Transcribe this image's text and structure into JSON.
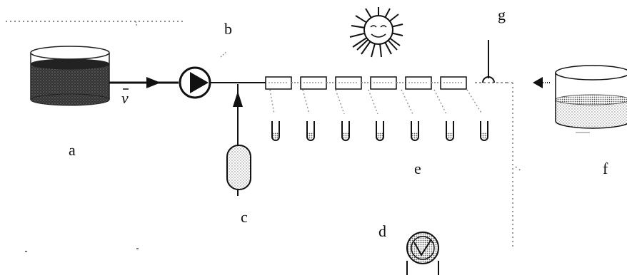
{
  "labels": {
    "a": "a",
    "b": "b",
    "c": "c",
    "d": "d",
    "e": "e",
    "f": "f",
    "g": "g",
    "flow": "v"
  },
  "counts": {
    "reactor_tubes": 6,
    "sampling_tubes": 7
  },
  "colors": {
    "ink": "#111111",
    "gray": "#888888",
    "liquid": "#444444"
  }
}
